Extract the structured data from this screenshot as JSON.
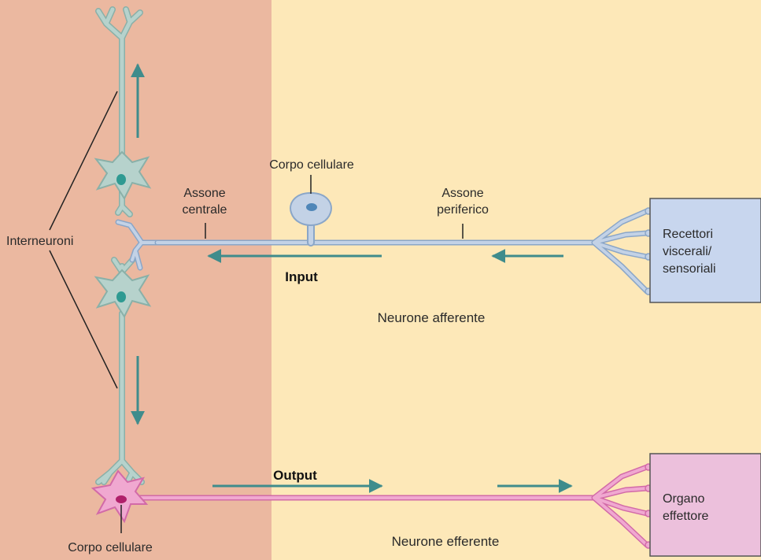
{
  "labels": {
    "corpo_cellulare_top": "Corpo cellulare",
    "assone_centrale_1": "Assone",
    "assone_centrale_2": "centrale",
    "assone_periferico_1": "Assone",
    "assone_periferico_2": "periferico",
    "interneuroni": "Interneuroni",
    "input": "Input",
    "neurone_afferente": "Neurone afferente",
    "output": "Output",
    "neurone_efferente": "Neurone efferente",
    "corpo_cellulare_bottom": "Corpo cellulare",
    "recettori_1": "Recettori",
    "recettori_2": "viscerali/",
    "recettori_3": "sensoriali",
    "organo_1": "Organo",
    "organo_2": "effettore"
  },
  "colors": {
    "cns_region": "#ebb8a0",
    "pns_region": "#fde8b8",
    "afferent_neuron": "#c3d2e6",
    "afferent_outline": "#8aa6c8",
    "interneuron": "#b6d2cc",
    "interneuron_outline": "#8ab0a8",
    "nucleus_teal": "#2f9a92",
    "efferent_neuron": "#f0a8d0",
    "efferent_outline": "#d26aa8",
    "nucleus_efferent": "#b0206a",
    "arrow": "#3f8c8c",
    "receptor_box": "#c8d6ee",
    "effector_box": "#ecc0dc"
  }
}
